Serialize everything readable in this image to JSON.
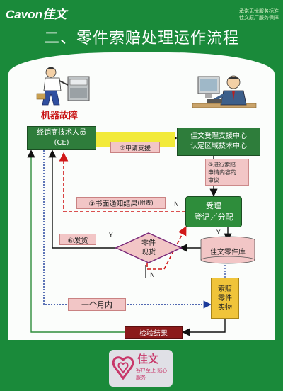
{
  "header": {
    "brand": "Cavon佳文",
    "tag_line1": "承诺无忧服务标准",
    "tag_line2": "佳文原厂服务保障"
  },
  "title": "二、零件索赔处理运作流程",
  "fault_label": "机器故障",
  "boxes": {
    "ce_line1": "经销商技术人员",
    "ce_line2": "(CE)",
    "center_line1": "佳文受理支援中心",
    "center_line2": "认定区域技术中心",
    "apply": "②申请支援",
    "review_line1": "③进行索赔",
    "review_line2": "申请内容的",
    "review_line3": "审议",
    "notice": "④书面通知结果",
    "notice_sub": "(附表)",
    "accept_line1": "受理",
    "accept_line2": "登记／分配",
    "ship": "⑥发货",
    "decision_line1": "零件",
    "decision_line2": "现货",
    "warehouse": "佳文零件库",
    "month": "一个月内",
    "parts_line1": "索赔",
    "parts_line2": "零件",
    "parts_line3": "实物",
    "check": "检验结果"
  },
  "labels": {
    "n1": "N",
    "y1": "Y",
    "y2": "Y",
    "n2": "N"
  },
  "logo": {
    "text": "佳文",
    "sub": "客户至上 贴心服务"
  },
  "colors": {
    "bg": "#1a8a3a",
    "box_green": "#2e7d3b",
    "pink": "#f2c6c6",
    "yellow": "#f2ea3a",
    "red_dash": "#e02020",
    "blue_dot": "#1a3a9a"
  }
}
